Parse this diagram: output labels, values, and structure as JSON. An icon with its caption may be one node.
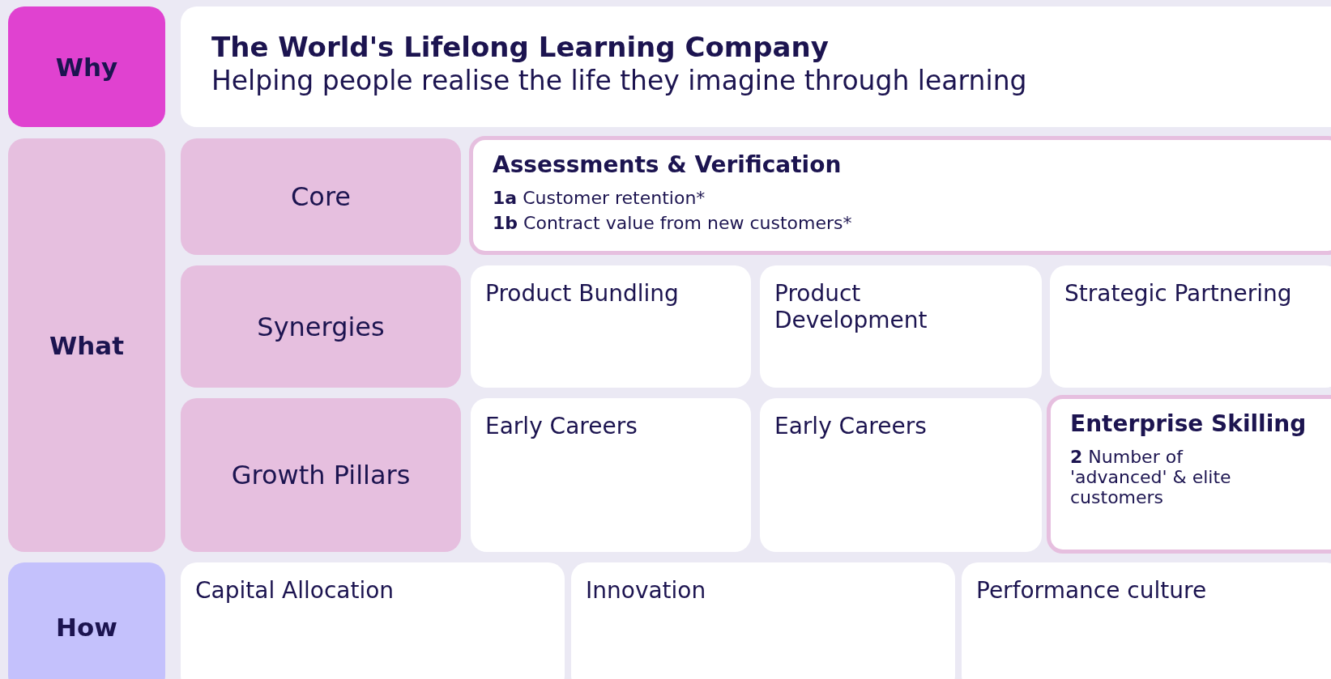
{
  "diagram": {
    "nodes": [
      {
        "text": [
          "Why"
        ]
      },
      {
        "text": [
          "The World's Lifelong Learning Company",
          "Helping people realise the life they imagine through learning"
        ]
      },
      {
        "text": [
          "What"
        ]
      },
      {
        "text": [
          "Core"
        ]
      },
      {
        "text": [
          "Assessments & Verification",
          "**1a** Customer retention*",
          "**1b** Contract value from new customers*"
        ]
      },
      {
        "text": [
          "Synergies"
        ]
      },
      {
        "text": [
          "Product Bundling"
        ]
      },
      {
        "text": [
          "Product Development"
        ]
      },
      {
        "text": [
          "Strategic Partnering"
        ]
      },
      {
        "text": [
          "Growth Pillars"
        ]
      },
      {
        "text": [
          "Early Careers"
        ]
      },
      {
        "text": [
          "Early Careers"
        ]
      },
      {
        "text": [
          "Enterprise Skilling",
          "**2** Number of 'advanced' & elite customers"
        ]
      },
      {
        "text": [
          "How"
        ]
      },
      {
        "text": [
          "Capital Allocation"
        ]
      },
      {
        "text": [
          "Innovation"
        ]
      },
      {
        "text": [
          "Performance culture"
        ]
      }
    ],
    "edges": []
  }
}
